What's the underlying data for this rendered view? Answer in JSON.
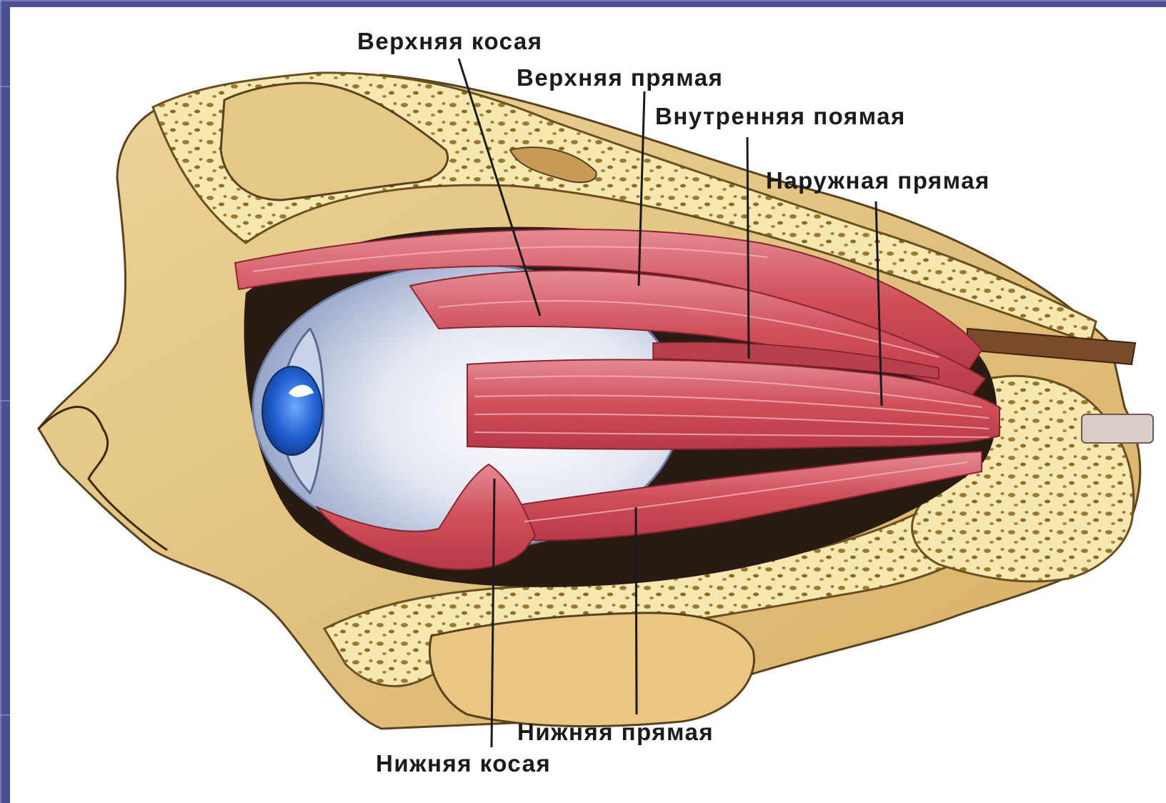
{
  "diagram": {
    "labels": {
      "superior_oblique": "Верхняя косая",
      "superior_rectus": "Верхняя прямая",
      "medial_rectus": "Внутренняя поямая",
      "lateral_rectus": "Наружная прямая",
      "inferior_rectus": "Нижняя прямая",
      "inferior_oblique": "Нижняя косая"
    },
    "colors": {
      "background_frame": "#4a4f8e",
      "bone": "#e2c27e",
      "spongy_bone": "#f4e7b0",
      "muscle": "#cf4f5a",
      "sclera": "#e8ecf4",
      "iris": "#1f5fcf",
      "leader_line": "#1b1b1b"
    }
  }
}
